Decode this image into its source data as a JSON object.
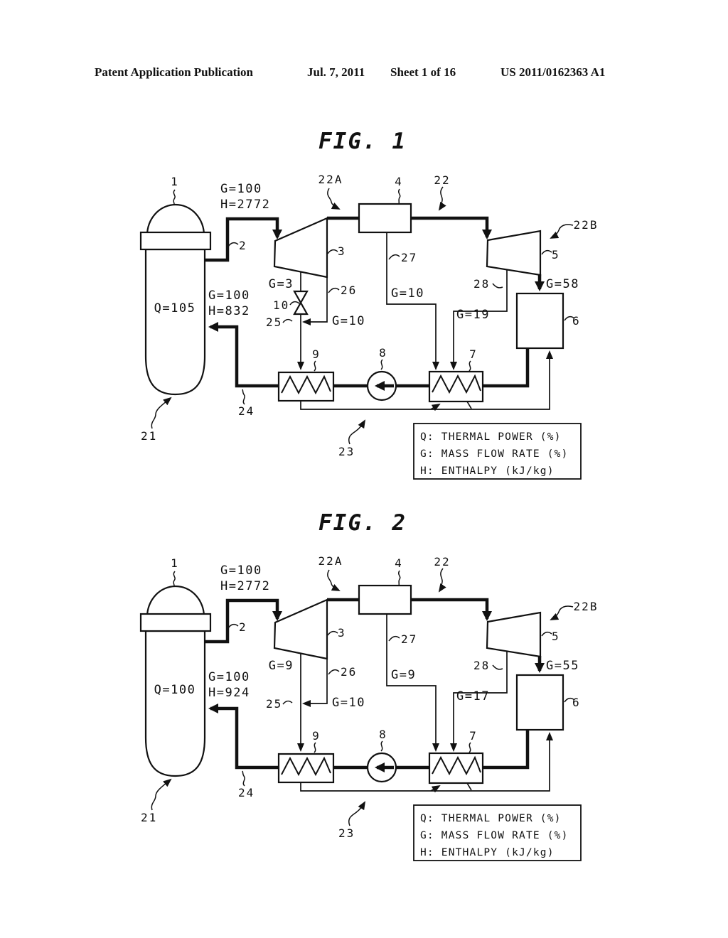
{
  "header": {
    "left": "Patent Application Publication",
    "date": "Jul. 7, 2011",
    "sheet": "Sheet 1 of 16",
    "patent_number": "US 2011/0162363 A1"
  },
  "legend": {
    "q": "Q: THERMAL POWER (%)",
    "g": "G: MASS FLOW RATE (%)",
    "h": "H: ENTHALPY (kJ/kg)"
  },
  "fig1": {
    "title": "FIG. 1",
    "values": {
      "reactor_q": "Q=105",
      "steam_g": "G=100",
      "steam_h": "H=2772",
      "feed_g": "G=100",
      "feed_h": "H=832",
      "turbine_drain_g": "G=3",
      "junction_g": "G=10",
      "heater_line_g": "G=10",
      "lp_drain_g": "G=19",
      "condenser_g": "G=58"
    },
    "refs": {
      "r1": "1",
      "r2": "2",
      "r3": "3",
      "r4": "4",
      "r5": "5",
      "r6": "6",
      "r7": "7",
      "r8": "8",
      "r9": "9",
      "r10": "10",
      "r21": "21",
      "r22": "22",
      "r22a": "22A",
      "r22b": "22B",
      "r23": "23",
      "r24": "24",
      "r25": "25",
      "r26": "26",
      "r27": "27",
      "r28": "28"
    }
  },
  "fig2": {
    "title": "FIG. 2",
    "values": {
      "reactor_q": "Q=100",
      "steam_g": "G=100",
      "steam_h": "H=2772",
      "feed_g": "G=100",
      "feed_h": "H=924",
      "turbine_drain_g": "G=9",
      "junction_g": "G=10",
      "heater_line_g": "G=9",
      "lp_drain_g": "G=17",
      "condenser_g": "G=55"
    },
    "refs": {
      "r1": "1",
      "r2": "2",
      "r3": "3",
      "r4": "4",
      "r5": "5",
      "r6": "6",
      "r7": "7",
      "r8": "8",
      "r9": "9",
      "r21": "21",
      "r22": "22",
      "r22a": "22A",
      "r22b": "22B",
      "r23": "23",
      "r24": "24",
      "r25": "25",
      "r26": "26",
      "r27": "27",
      "r28": "28"
    }
  }
}
